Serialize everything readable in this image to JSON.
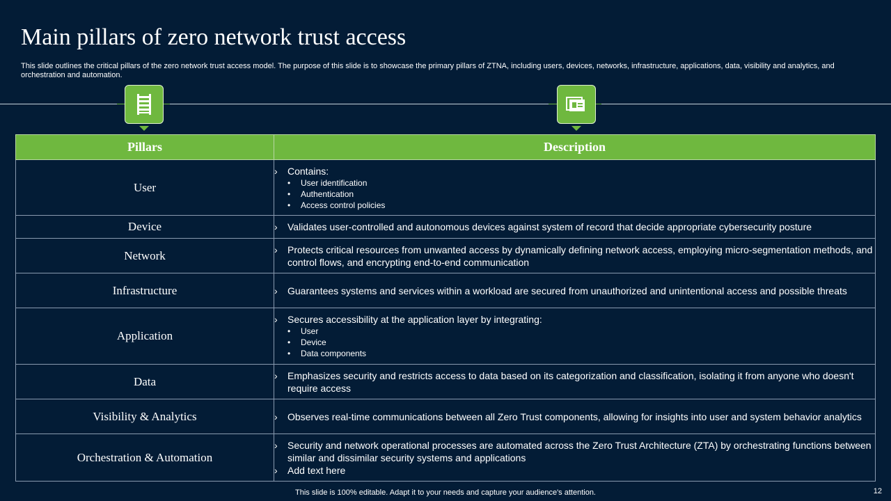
{
  "title": "Main pillars of zero network trust access",
  "subtitle": "This slide outlines the critical pillars of the zero network trust access model. The purpose of this slide is to showcase the primary pillars of ZTNA, including users, devices, networks, infrastructure, applications, data, visibility and analytics, and orchestration and automation.",
  "icons": [
    "list-icon",
    "id-card-icon"
  ],
  "colors": {
    "background": "#031c36",
    "accent": "#6fb83f"
  },
  "table": {
    "headers": [
      "Pillars",
      "Description"
    ],
    "rows": [
      {
        "pillar": "User",
        "bullets": [
          {
            "text": "Contains:",
            "subs": [
              "User identification",
              "Authentication",
              "Access control policies"
            ]
          }
        ]
      },
      {
        "pillar": "Device",
        "bullets": [
          {
            "text": "Validates user-controlled and autonomous devices against system of record that decide appropriate cybersecurity posture"
          }
        ]
      },
      {
        "pillar": "Network",
        "bullets": [
          {
            "text": "Protects critical resources from unwanted access by dynamically defining network access, employing micro-segmentation methods, and control flows, and encrypting end-to-end communication"
          }
        ]
      },
      {
        "pillar": "Infrastructure",
        "bullets": [
          {
            "text": "Guarantees systems and services within a workload are secured from unauthorized and unintentional access and possible threats"
          }
        ]
      },
      {
        "pillar": "Application",
        "bullets": [
          {
            "text": "Secures accessibility at the application layer by integrating:",
            "subs": [
              "User",
              "Device",
              "Data components"
            ]
          }
        ]
      },
      {
        "pillar": "Data",
        "bullets": [
          {
            "text": "Emphasizes security and restricts access to data based on its categorization and classification, isolating it from anyone who doesn't require access"
          }
        ]
      },
      {
        "pillar": "Visibility  & Analytics",
        "bullets": [
          {
            "text": "Observes real-time communications between all Zero Trust components, allowing for insights into user and system behavior analytics"
          }
        ]
      },
      {
        "pillar": "Orchestration & Automation",
        "bullets": [
          {
            "text": "Security and network operational processes are automated across the Zero Trust Architecture (ZTA) by orchestrating functions between similar and dissimilar security systems and applications"
          },
          {
            "text": "Add text here"
          }
        ]
      }
    ]
  },
  "footer": "This slide is 100% editable. Adapt it to your needs and capture your audience's attention.",
  "page_number": "12"
}
